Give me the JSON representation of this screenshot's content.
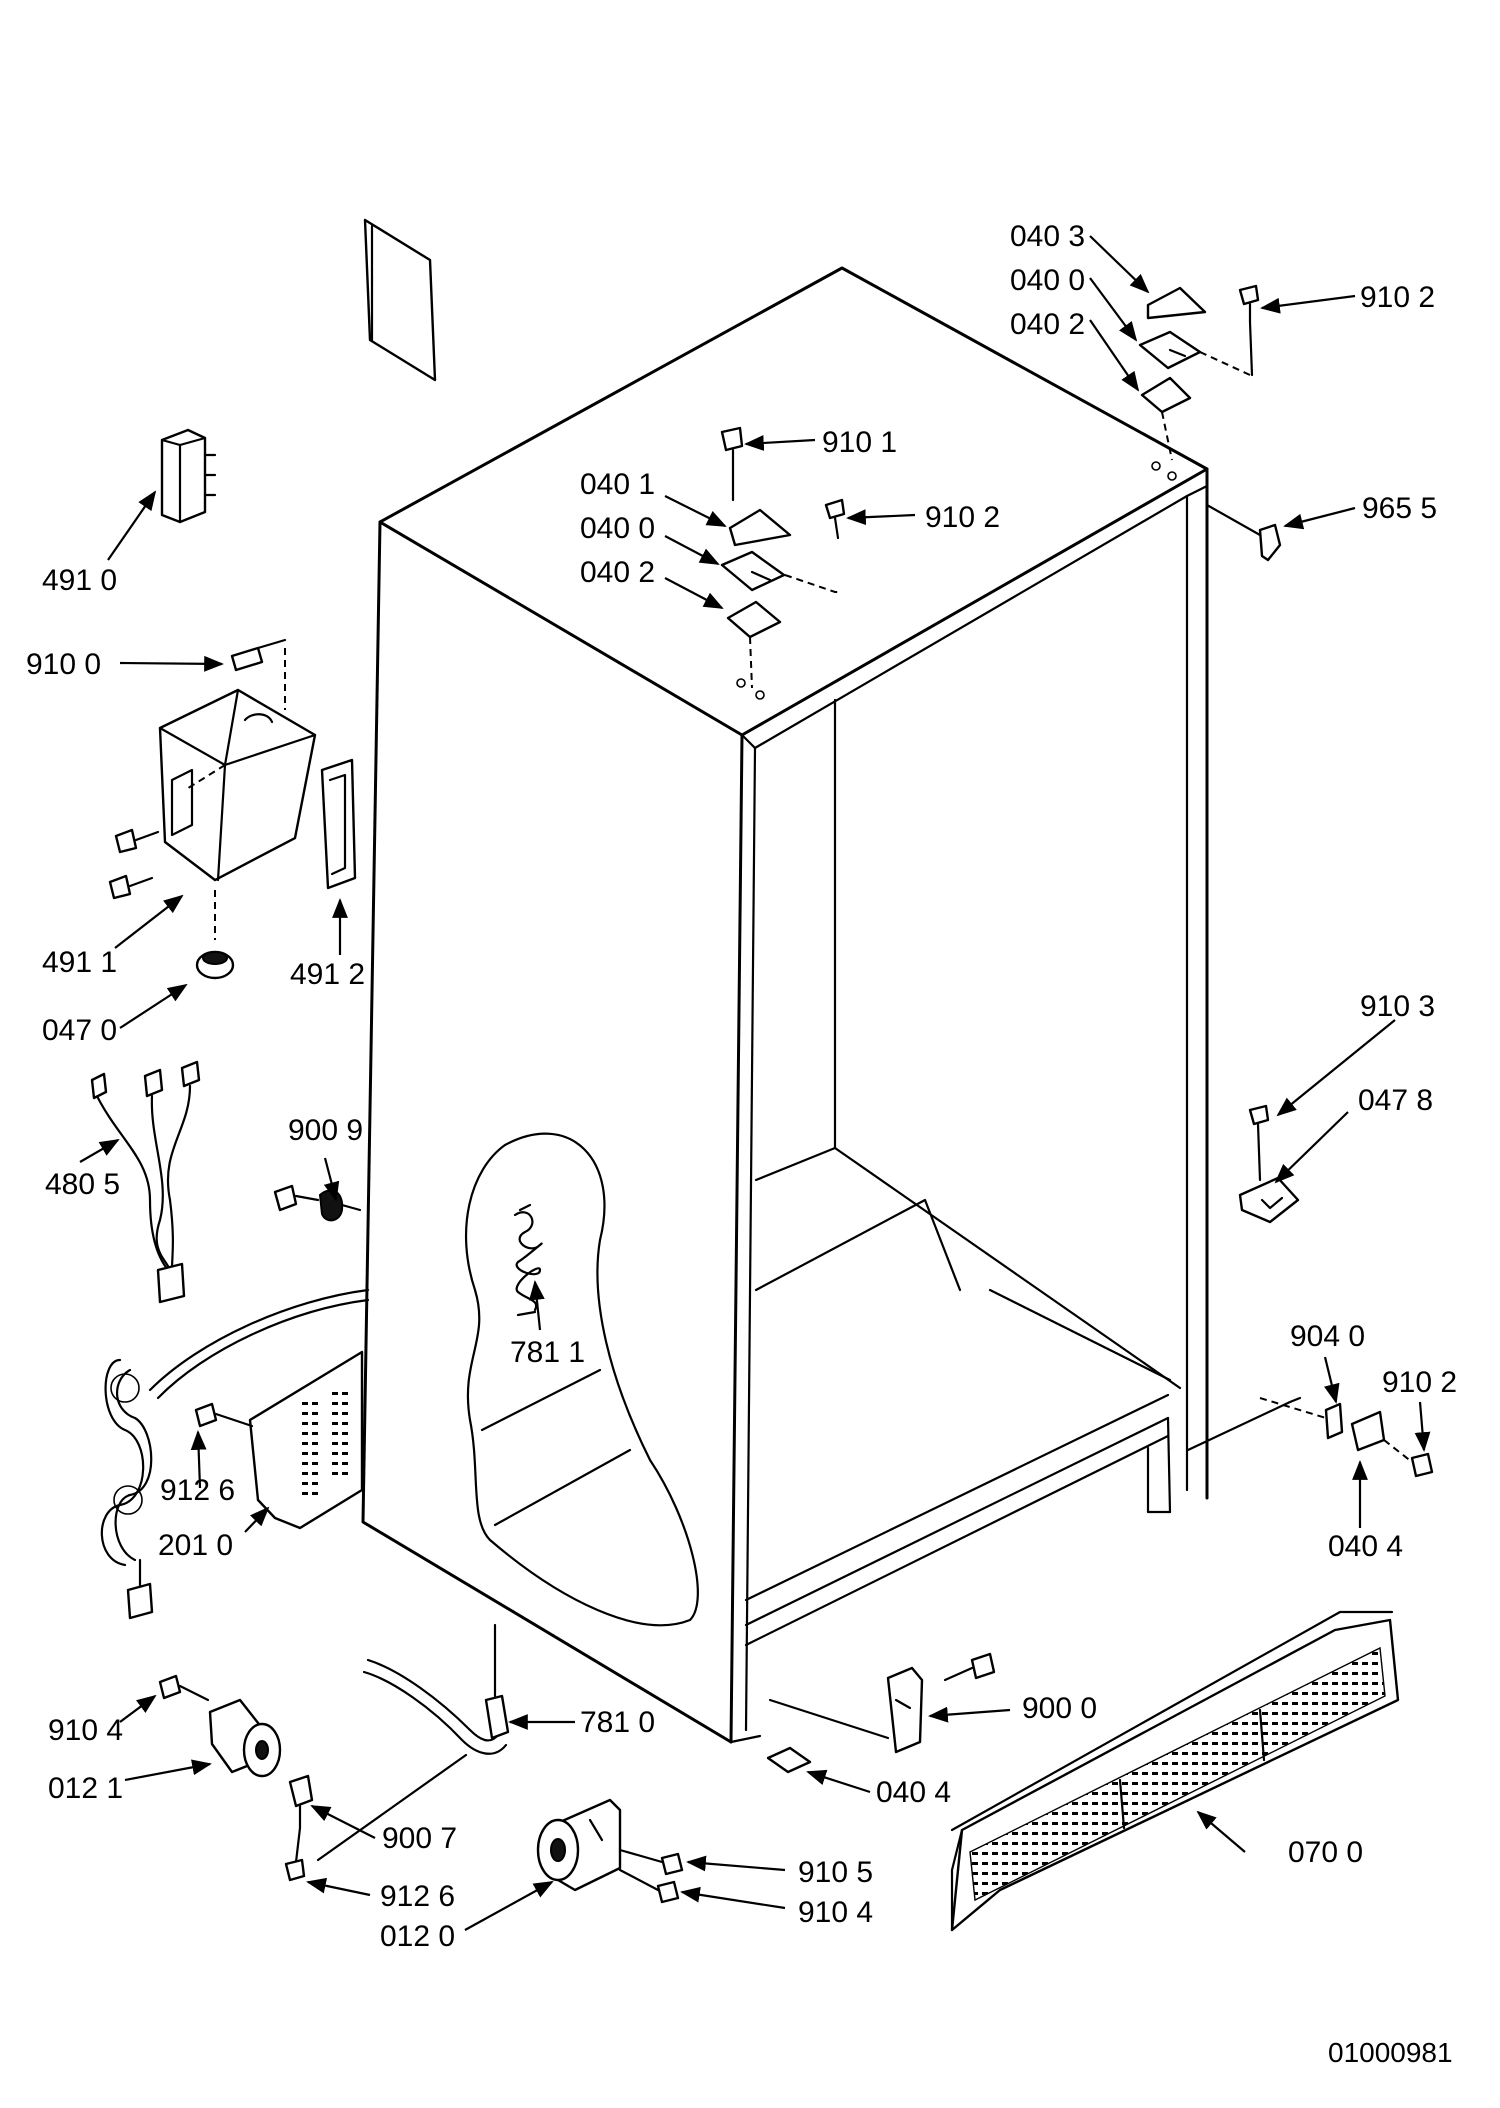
{
  "labels": {
    "l0403": "040 3",
    "l0400a": "040 0",
    "l0402a": "040 2",
    "l9102a": "910 2",
    "l9101": "910 1",
    "l0401": "040 1",
    "l0400b": "040 0",
    "l0402b": "040 2",
    "l9102b": "910 2",
    "l9655": "965 5",
    "l4910": "491 0",
    "l9100": "910 0",
    "l4911": "491 1",
    "l4912": "491 2",
    "l0470": "047 0",
    "l9103": "910 3",
    "l0478": "047 8",
    "l9009": "900 9",
    "l4805": "480 5",
    "l7811": "781 1",
    "l9040": "904 0",
    "l9102c": "910 2",
    "l0404a": "040 4",
    "l9126a": "912 6",
    "l2010": "201 0",
    "l9104a": "910 4",
    "l7810": "781 0",
    "l9000": "900 0",
    "l0121": "012 1",
    "l0404b": "040 4",
    "l9007": "900 7",
    "l0700": "070 0",
    "l9105": "910 5",
    "l9126b": "912 6",
    "l9104b": "910 4",
    "l0120": "012 0"
  },
  "doc_id": "01000981"
}
